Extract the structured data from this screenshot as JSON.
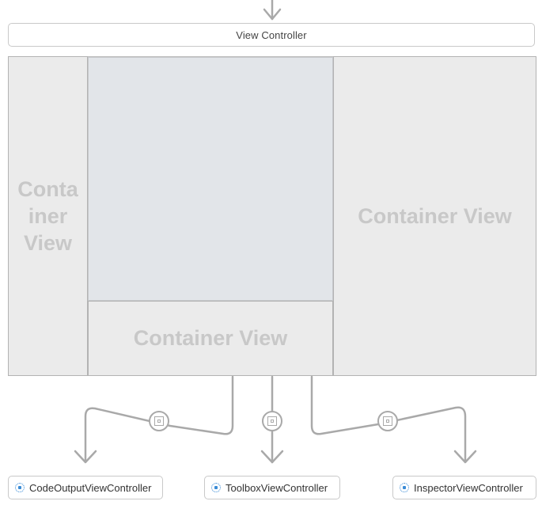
{
  "view_controller": {
    "title": "View Controller"
  },
  "containers": {
    "left": "Conta iner View",
    "bottom": "Container View",
    "right": "Container View"
  },
  "destinations": [
    {
      "label": "CodeOutputViewController",
      "icon": "view-controller-icon"
    },
    {
      "label": "ToolboxViewController",
      "icon": "view-controller-icon"
    },
    {
      "label": "InspectorViewController",
      "icon": "view-controller-icon"
    }
  ],
  "segues": [
    "embed-segue-icon",
    "embed-segue-icon",
    "embed-segue-icon"
  ],
  "colors": {
    "container_fill": "#ebebeb",
    "main_view_fill": "#e2e5e9",
    "container_text": "#c8c8c8",
    "connector": "#a9a9a9",
    "icon_accent": "#3a8bd6"
  }
}
